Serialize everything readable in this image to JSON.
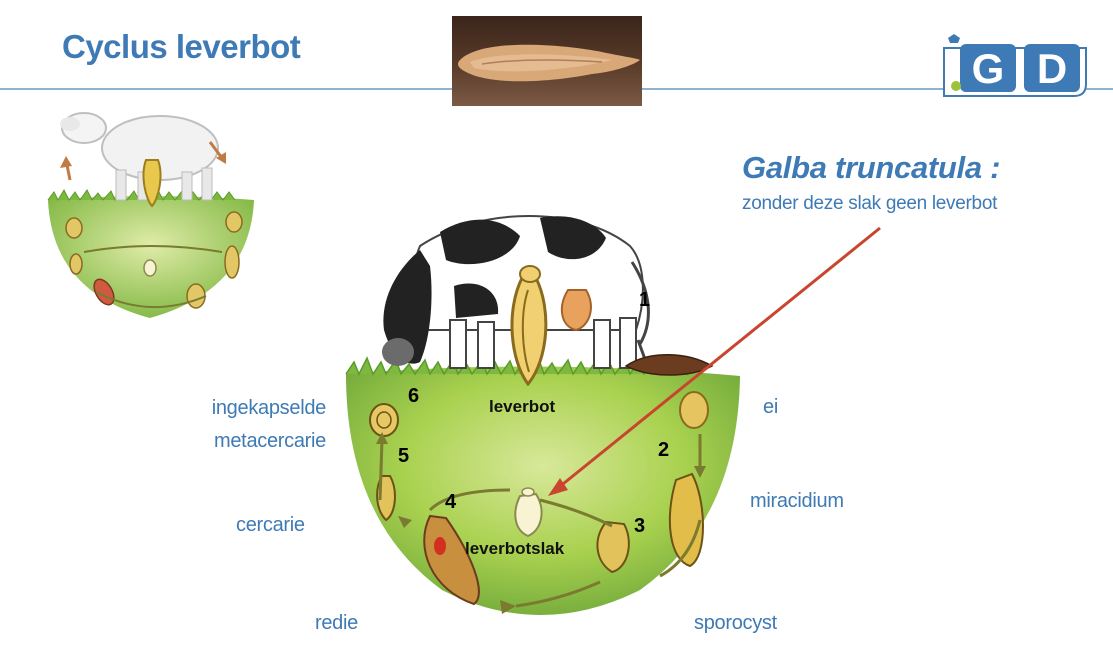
{
  "header": {
    "title": "Cyclus leverbot",
    "logo_text_left": "G",
    "logo_text_right": "D"
  },
  "callout": {
    "species": "Galba truncatula :",
    "note": "zonder deze slak geen leverbot"
  },
  "cycle": {
    "stage_labels": {
      "ei": "ei",
      "miracidium": "miracidium",
      "sporocyst": "sporocyst",
      "redie": "redie",
      "cercarie": "cercarie",
      "metacercarie_line1": "ingekapselde",
      "metacercarie_line2": "metacercarie"
    },
    "inner_labels": {
      "leverbot": "leverbot",
      "leverbotslak": "leverbotslak"
    },
    "numbers": [
      "1",
      "2",
      "3",
      "4",
      "5",
      "6"
    ]
  },
  "colors": {
    "accent_blue": "#3e7ab5",
    "arrow_red": "#c8462e",
    "grass_green": "#8dc63f",
    "cycle_arrow": "#7a7a30"
  }
}
